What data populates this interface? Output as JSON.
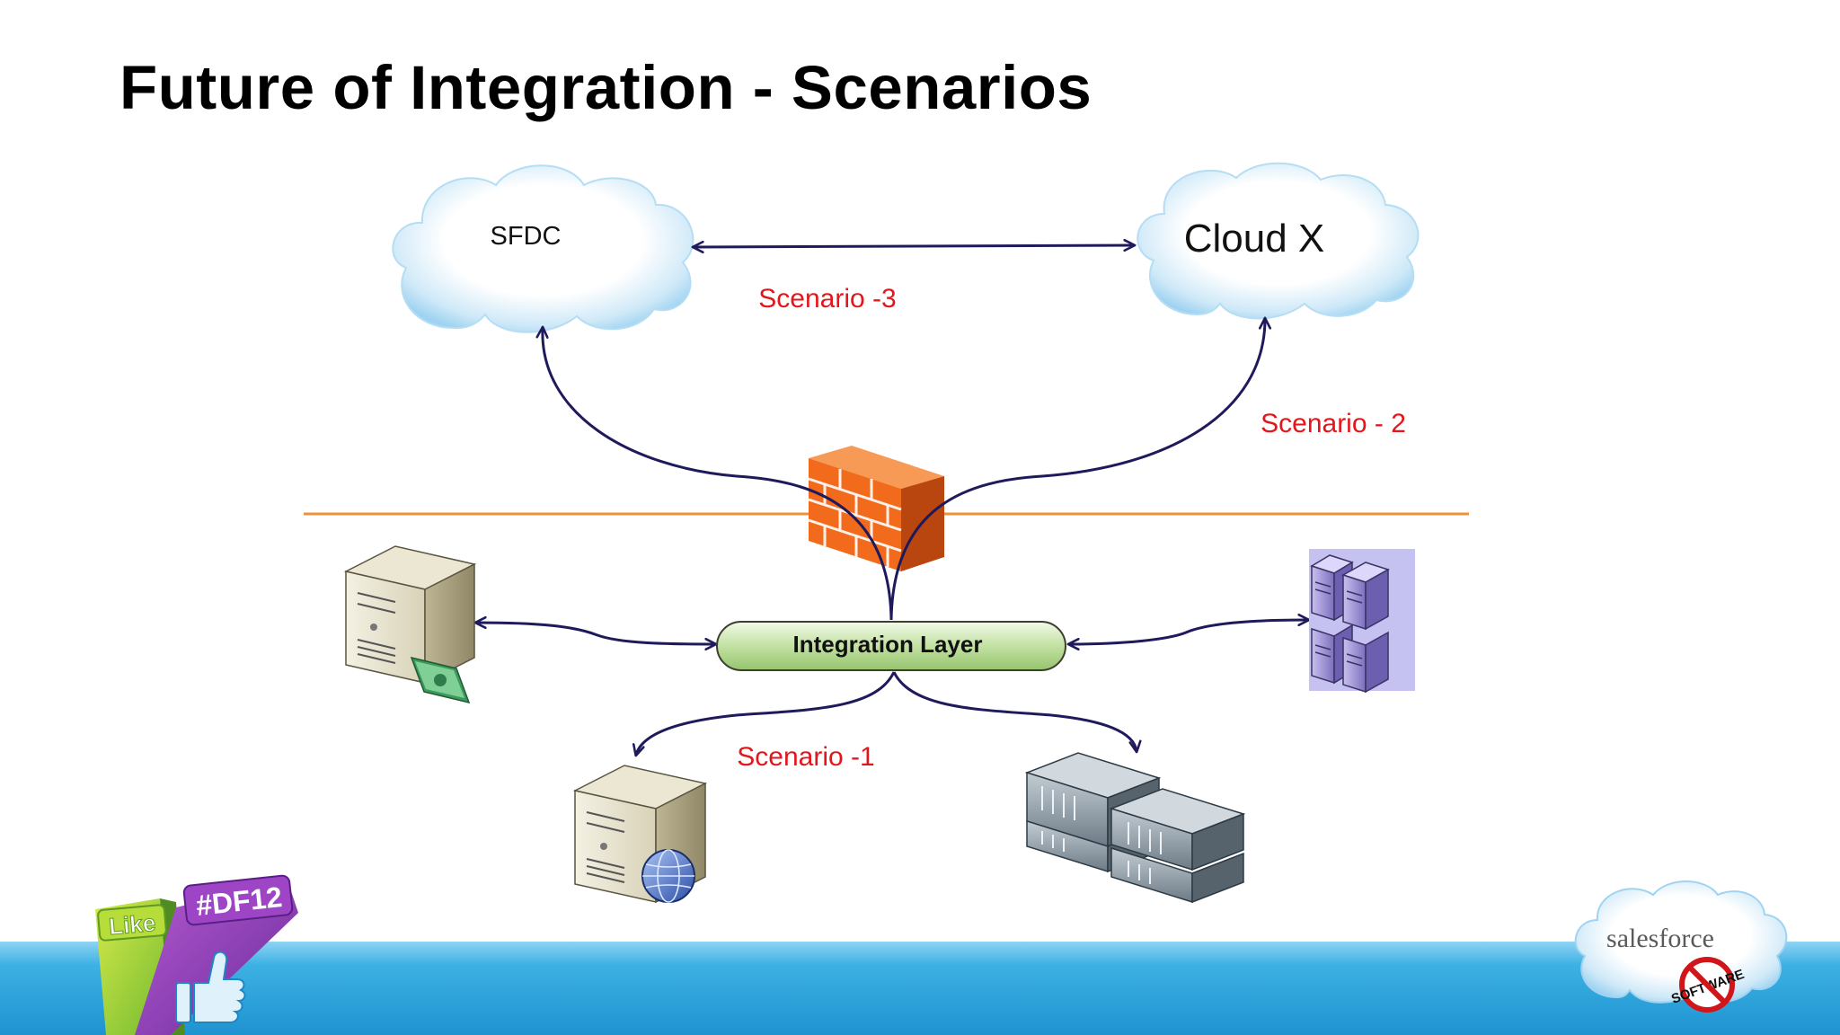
{
  "slide": {
    "title": "Future of Integration - Scenarios"
  },
  "nodes": {
    "sfdc": {
      "label": "SFDC"
    },
    "cloud_x": {
      "label": "Cloud X"
    },
    "integration_layer": {
      "label": "Integration Layer"
    }
  },
  "scenarios": {
    "scenario_1": "Scenario -1",
    "scenario_2": "Scenario - 2",
    "scenario_3": "Scenario -3"
  },
  "branding": {
    "like_badge": "Like",
    "hashtag": "#DF12",
    "salesforce_logo": "salesforce",
    "no_software_stamp": "SOFTWARE"
  },
  "colors": {
    "arrow": "#1f1a5c",
    "scenario_text": "#e3161c",
    "firewall_line": "#f0903a",
    "firewall": "#f26a1b",
    "integration_fill": "#b9dc9a",
    "footer_blue": "#2ea6dd"
  }
}
